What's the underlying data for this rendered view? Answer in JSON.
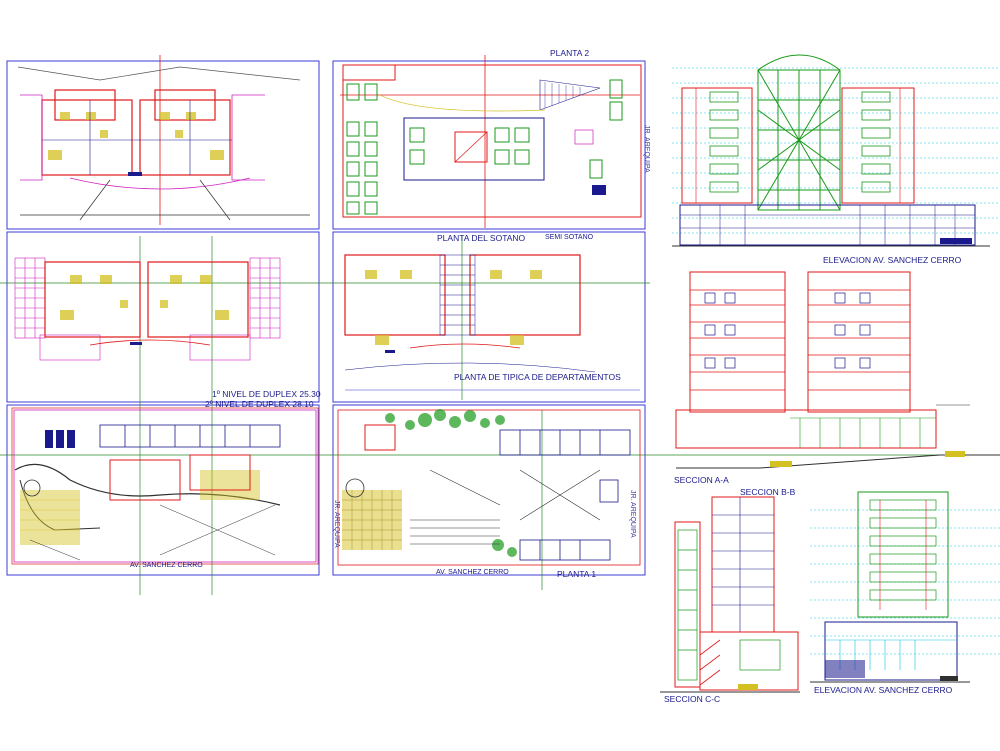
{
  "drawing": {
    "labels": {
      "planta_2": "PLANTA 2",
      "planta_sotano": "PLANTA DEL SOTANO",
      "semi_sotano": "SEMI SOTANO",
      "planta_tipica": "PLANTA DE TIPICA DE DEPARTAMENTOS",
      "duplex_1": "1º NIVEL DE DUPLEX 25.30",
      "duplex_2": "2º NIVEL DE DUPLEX 28.10",
      "av_sanchez_cerro_left": "AV. SANCHEZ CERRO",
      "av_sanchez_cerro_mid": "AV. SANCHEZ CERRO",
      "planta_1": "PLANTA 1",
      "elevacion_top": "ELEVACION AV. SANCHEZ CERRO",
      "seccion_aa": "SECCION A-A",
      "seccion_bb": "SECCION B-B",
      "seccion_cc": "SECCION C-C",
      "elevacion_bottom": "ELEVACION AV. SANCHEZ CERRO",
      "jr_arequipa_1": "JR. AREQUIPA",
      "jr_arequipa_2": "JR. AREQUIPA",
      "jr_arequipa_3": "JR. AREQUIPA"
    },
    "colors": {
      "frame": "#3b3bd6",
      "wall": "#e01818",
      "structure": "#1a1a8c",
      "magenta": "#d020c0",
      "green": "#1a9a1a",
      "cyan": "#10c8e0",
      "yellow": "#d4c020",
      "axis": "#2a8a2a",
      "dark": "#303030"
    }
  }
}
